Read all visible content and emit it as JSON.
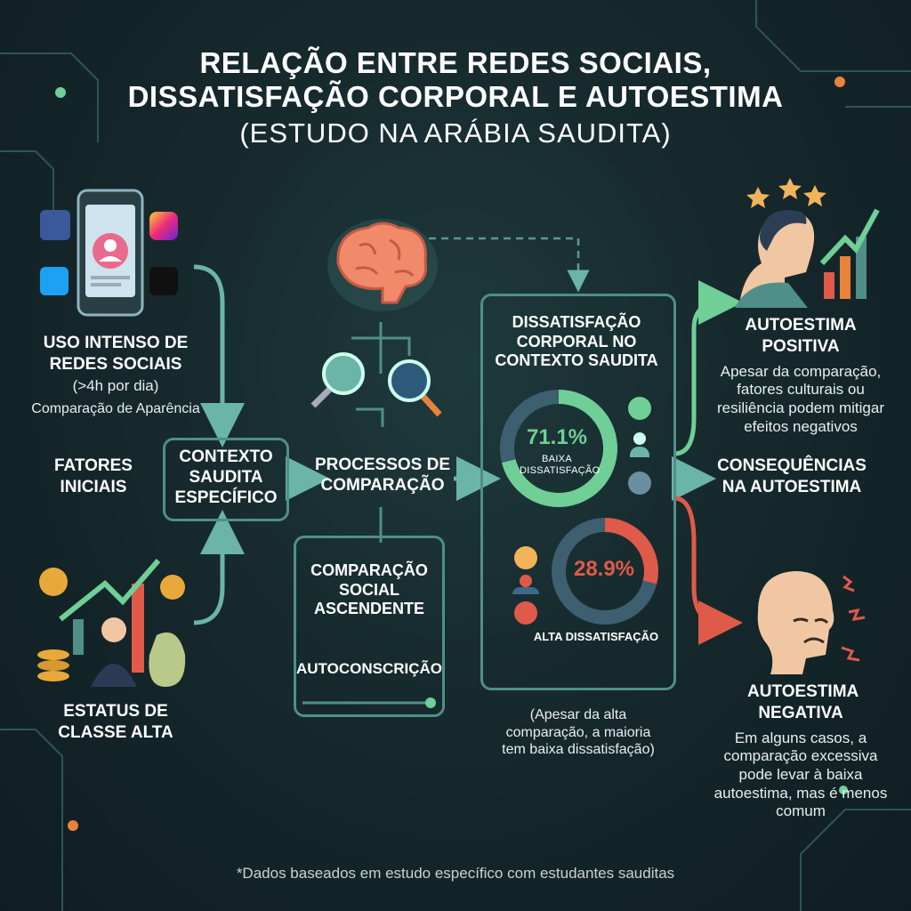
{
  "title": {
    "line1": "RELAÇÃO ENTRE REDES SOCIAIS,",
    "line2": "DISSATISFAÇÃO CORPORAL E AUTOESTIMA",
    "line3": "(ESTUDO NA ARÁBIA SAUDITA)"
  },
  "left": {
    "social_heading": "USO INTENSO DE REDES SOCIAIS",
    "social_sub": "(>4h por dia)",
    "social_note": "Comparação de Aparência",
    "factors_label": "FATORES INICIAIS",
    "status_heading": "ESTATUS DE CLASSE ALTA"
  },
  "context_box": {
    "label": "CONTEXTO SAUDITA ESPECÍFICO"
  },
  "process": {
    "label": "PROCESSOS DE COMPARAÇÃO",
    "ascending": "COMPARAÇÃO SOCIAL ASCENDENTE",
    "self": "AUTOCONSCRIÇÃO"
  },
  "dissatisfaction": {
    "heading": "DISSATISFAÇÃO CORPORAL NO CONTEXTO SAUDITA",
    "low_pct": "71.1%",
    "low_label": "BAIXA DISSATISFAÇÃO",
    "high_pct": "28.9%",
    "high_label": "ALTA DISSATISFAÇÃO",
    "note": "(Apesar da alta comparação, a maioria tem baixa dissatisfação)"
  },
  "chart_data": {
    "type": "pie",
    "categories": [
      "BAIXA DISSATISFAÇÃO",
      "ALTA DISSATISFAÇÃO"
    ],
    "values": [
      71.1,
      28.9
    ]
  },
  "right": {
    "positive_heading": "AUTOESTIMA POSITIVA",
    "positive_text": "Apesar da comparação, fatores culturais ou resiliência podem mitigar efeitos negativos",
    "consequences": "CONSEQUÊNCIAS NA AUTOESTIMA",
    "negative_heading": "AUTOESTIMA NEGATIVA",
    "negative_text": "Em alguns casos, a comparação excessiva pode levar à baixa autoestima, mas é menos comum"
  },
  "footnote": "*Dados baseados em estudo específico com estudantes sauditas",
  "colors": {
    "teal": "#4f8f87",
    "green": "#6fcf97",
    "red": "#e05a4a",
    "orange": "#e8833a"
  }
}
